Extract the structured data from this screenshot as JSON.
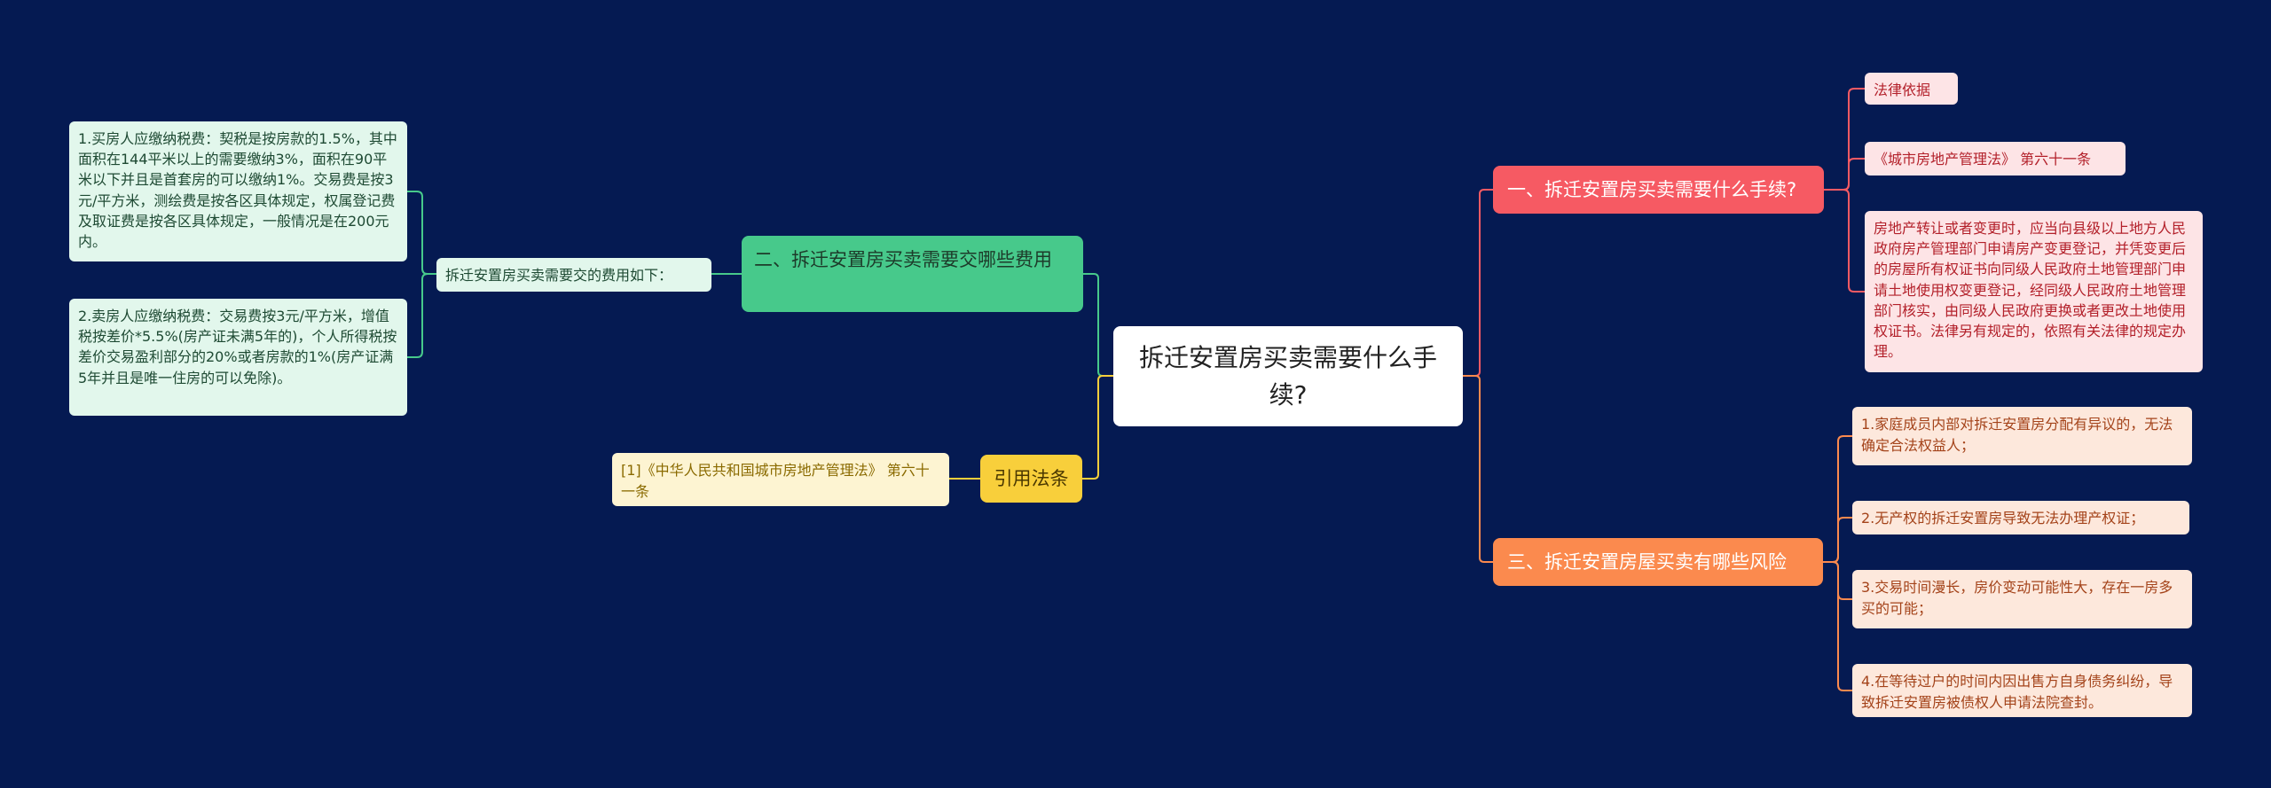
{
  "root": {
    "label": "拆迁安置房买卖需要什么手续?"
  },
  "branches": {
    "b1": {
      "label": "一、拆迁安置房买卖需要什么手续?",
      "children": [
        "法律依据",
        "《城市房地产管理法》 第六十一条",
        "房地产转让或者变更时，应当向县级以上地方人民政府房产管理部门申请房产变更登记，并凭变更后的房屋所有权证书向同级人民政府土地管理部门申请土地使用权变更登记，经同级人民政府土地管理部门核实，由同级人民政府更换或者更改土地使用权证书。法律另有规定的，依照有关法律的规定办理。"
      ]
    },
    "b3": {
      "label": "三、拆迁安置房屋买卖有哪些风险",
      "children": [
        "1.家庭成员内部对拆迁安置房分配有异议的，无法确定合法权益人；",
        "2.无产权的拆迁安置房导致无法办理产权证；",
        "3.交易时间漫长，房价变动可能性大，存在一房多买的可能；",
        "4.在等待过户的时间内因出售方自身债务纠纷，导致拆迁安置房被债权人申请法院查封。"
      ]
    },
    "b2": {
      "label": "二、拆迁安置房买卖需要交哪些费用",
      "middle": "拆迁安置房买卖需要交的费用如下：",
      "children": [
        "1.买房人应缴纳税费：契税是按房款的1.5%，其中面积在144平米以上的需要缴纳3%，面积在90平米以下并且是首套房的可以缴纳1%。交易费是按3元/平方米，测绘费是按各区具体规定，权属登记费及取证费是按各区具体规定，一般情况是在200元内。",
        "2.卖房人应缴纳税费：交易费按3元/平方米，增值税按差价*5.5%(房产证未满5年的)，个人所得税按差价交易盈利部分的20%或者房款的1%(房产证满5年并且是唯一住房的可以免除)。"
      ]
    },
    "b4": {
      "label": "引用法条",
      "children": [
        "[1]《中华人民共和国城市房地产管理法》 第六十一条"
      ]
    }
  },
  "colors": {
    "background": "#051a52",
    "b1": "#f65a63",
    "b2": "#47c98b",
    "b3": "#fb8a4e",
    "b4": "#f8cf3b"
  }
}
